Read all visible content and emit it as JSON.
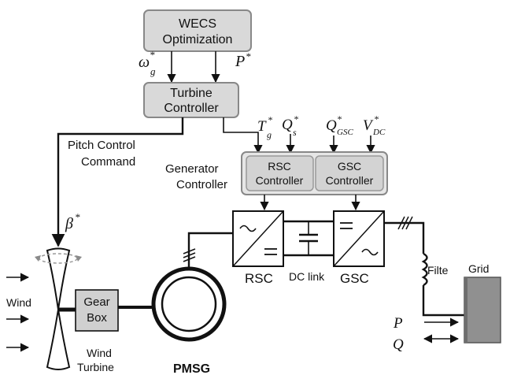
{
  "blocks": {
    "wecs_line1": "WECS",
    "wecs_line2": "Optimization",
    "turbine_line1": "Turbine",
    "turbine_line2": "Controller",
    "rsc_ctrl_line1": "RSC",
    "rsc_ctrl_line2": "Controller",
    "gsc_ctrl_line1": "GSC",
    "gsc_ctrl_line2": "Controller",
    "gear_line1": "Gear",
    "gear_line2": "Box",
    "grid": "Grid"
  },
  "labels": {
    "pitch_line1": "Pitch Control",
    "pitch_line2": "Command",
    "gen_ctrl_line1": "Generator",
    "gen_ctrl_line2": "Controller",
    "rsc": "RSC",
    "gsc": "GSC",
    "dc_link": "DC link",
    "filter": "Filte",
    "wind": "Wind",
    "wind_turbine_line1": "Wind",
    "wind_turbine_line2": "Turbine",
    "pmsg": "PMSG"
  },
  "symbols": {
    "omega": "ω",
    "omega_sub": "g",
    "p_star": "P",
    "tg": "T",
    "tg_sub": "g",
    "qs": "Q",
    "qs_sub": "s",
    "qgsc": "Q",
    "qgsc_sub": "GSC",
    "vdc": "V",
    "vdc_sub": "DC",
    "beta": "β",
    "star": "*",
    "p_out": "P",
    "q_out": "Q"
  }
}
